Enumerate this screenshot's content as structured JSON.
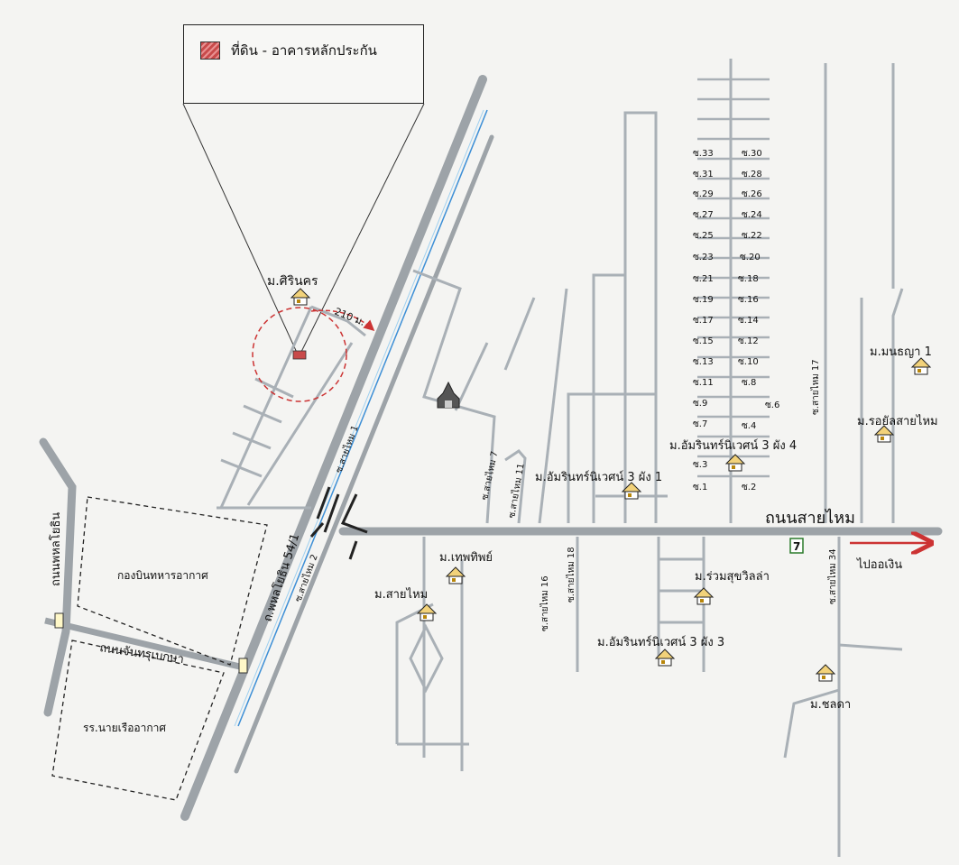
{
  "legend": {
    "label": "ที่ดิน - อาคารหลักประกัน",
    "swatch_color": "#c84a4a"
  },
  "distance_label": "210 ม.",
  "roads": {
    "sai_mai": "ถนนสายไหม",
    "phahon_yothin": "ถนนพหลโยธิน",
    "phahon_yothin_54_1": "ถ.พหลโยธิน 54/1",
    "chanthrubeksa": "ถนนจันทรุเบกษา",
    "sai_mai_1": "ซ.สายไหม 1",
    "sai_mai_2": "ซ.สายไหม 2",
    "sai_mai_7": "ซ.สายไหม 7",
    "sai_mai_11": "ซ.สายไหม 11",
    "sai_mai_16": "ซ.สายไหม 16",
    "sai_mai_18": "ซ.สายไหม 18",
    "sai_mai_17": "ซ.สายไหม 17",
    "sai_mai_34": "ซ.สายไหม 34"
  },
  "places": {
    "sirinakorn": "ม.ศิรินคร",
    "air_force": "กองบินทหารอากาศ",
    "navy_school": "รร.นายเรืออากาศ",
    "thepthip": "ม.เทพทิพย์",
    "saimai_village": "ม.สายไหม",
    "aminthorn_1": "ม.อัมรินทร์นิเวศน์ 3 ผัง 1",
    "aminthorn_4": "ม.อัมรินทร์นิเวศน์ 3 ผัง 4",
    "aminthorn_3": "ม.อัมรินทร์นิเวศน์ 3 ผัง 3",
    "ruamsuk": "ม.ร่วมสุขวิลล่า",
    "chonlada": "ม.ชลดา",
    "monthaya": "ม.มนธญา 1",
    "royal_saimai": "ม.รอยัลสายไหม",
    "to_ao_ngoen": "ไปออเงิน"
  },
  "sois": {
    "left": [
      "ซ.33",
      "ซ.31",
      "ซ.29",
      "ซ.27",
      "ซ.25",
      "ซ.23",
      "ซ.21",
      "ซ.19",
      "ซ.17",
      "ซ.15",
      "ซ.13",
      "ซ.11",
      "ซ.9",
      "ซ.7",
      "ซ.3",
      "ซ.1"
    ],
    "right": [
      "ซ.30",
      "ซ.28",
      "ซ.26",
      "ซ.24",
      "ซ.22",
      "ซ.20",
      "ซ.18",
      "ซ.16",
      "ซ.14",
      "ซ.12",
      "ซ.10",
      "ซ.8",
      "ซ.6",
      "ซ.4",
      "ซ.2"
    ]
  },
  "store_badge": "7",
  "colors": {
    "road": "#9da3a8",
    "minor_road": "#a9b0b6",
    "canal": "#3d8fd6",
    "arrow": "#cc3333",
    "circle": "#cc3333",
    "house": "#b8860b"
  }
}
